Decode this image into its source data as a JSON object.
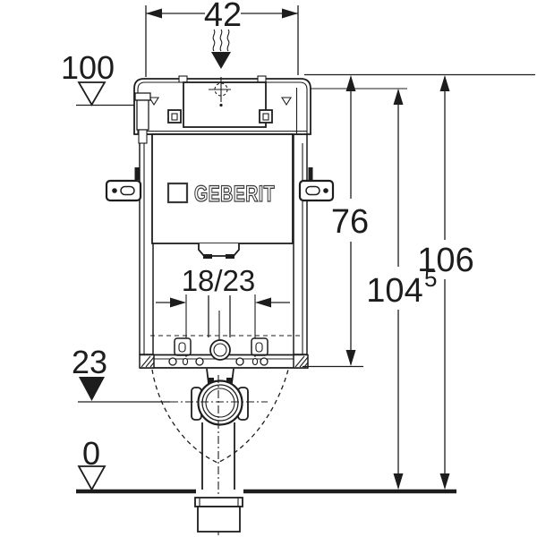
{
  "brand": {
    "logo": "GEBERIT"
  },
  "dimensions": {
    "top_width": "42",
    "frame_height": "76",
    "overall_height": "106",
    "install_height": "104",
    "install_height_sup": "5",
    "fixing_spacing": "18/23"
  },
  "levels": {
    "water_supply": "100",
    "outlet_center": "23",
    "floor": "0"
  },
  "colors": {
    "line": "#1d1d1d",
    "background": "#ffffff"
  }
}
